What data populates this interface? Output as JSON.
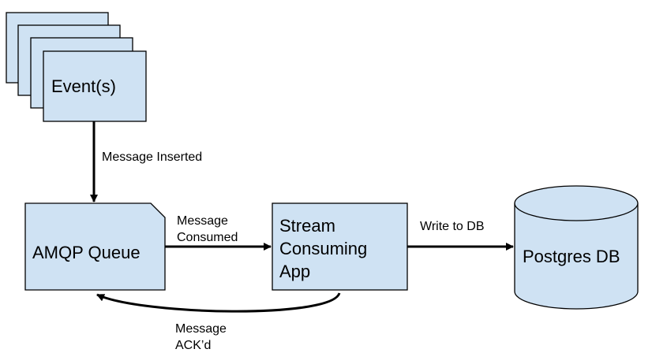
{
  "colors": {
    "node_fill": "#cfe2f3",
    "stroke": "#000000",
    "background": "#ffffff"
  },
  "nodes": {
    "events": {
      "label": "Event(s)"
    },
    "queue": {
      "label": "AMQP Queue"
    },
    "app": {
      "lines": [
        "Stream",
        "Consuming",
        "App"
      ]
    },
    "db": {
      "label": "Postgres DB"
    }
  },
  "edges": {
    "inserted": {
      "label": "Message Inserted"
    },
    "consumed": {
      "lines": [
        "Message",
        "Consumed"
      ]
    },
    "write": {
      "label": "Write to DB"
    },
    "ack": {
      "lines": [
        "Message",
        "ACK’d"
      ]
    }
  }
}
